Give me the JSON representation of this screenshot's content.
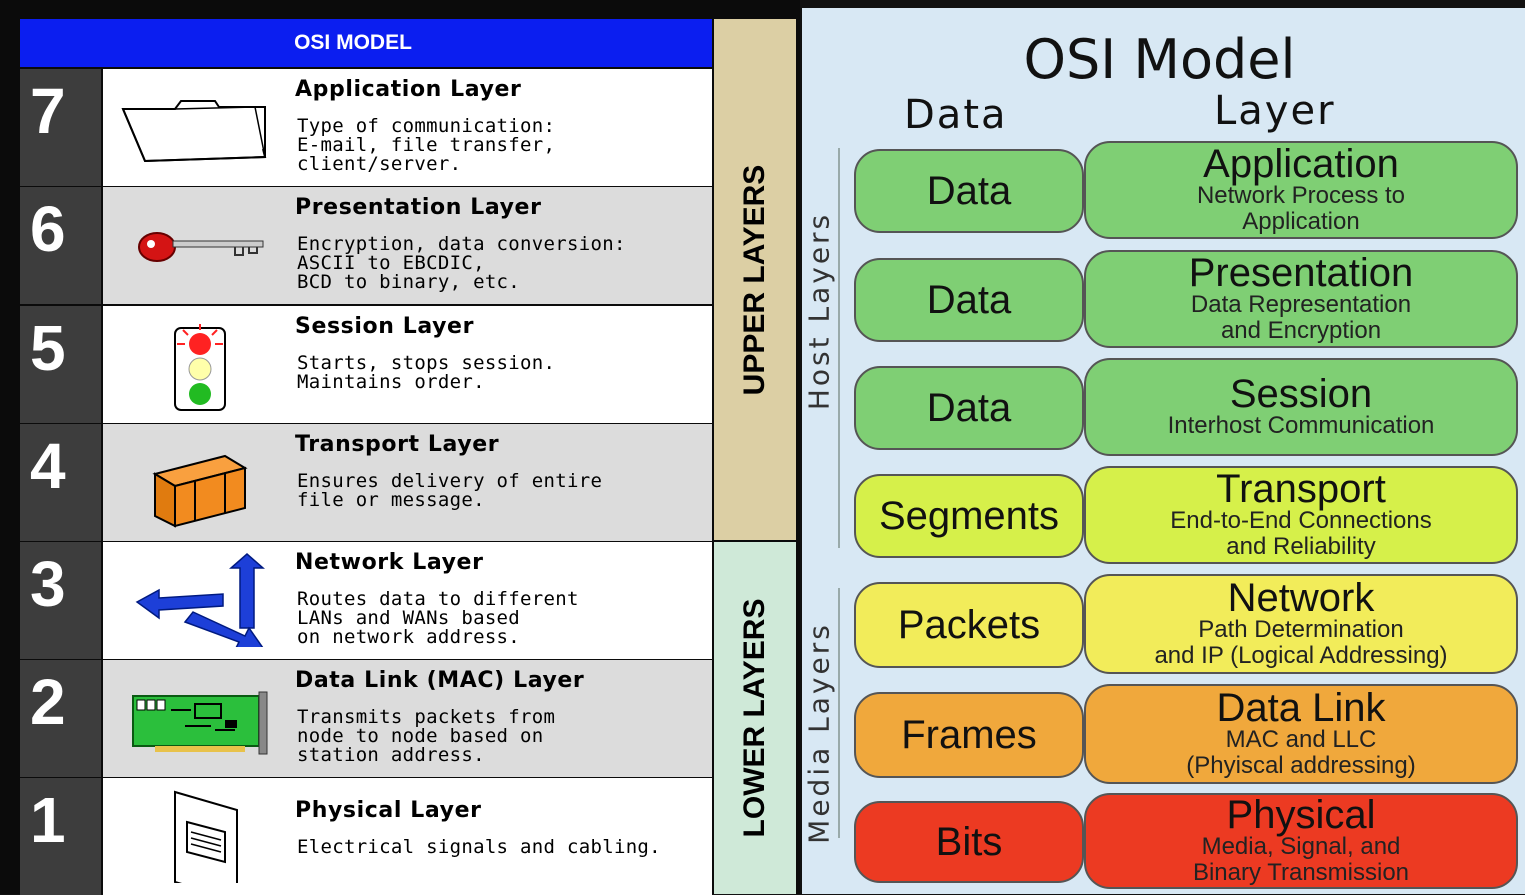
{
  "left": {
    "title": "OSI MODEL",
    "upper_label": "UPPER LAYERS",
    "lower_label": "LOWER LAYERS",
    "layers": [
      {
        "num": "7",
        "name": "Application Layer",
        "desc": "Type of communication:\nE-mail, file transfer,\nclient/server.",
        "icon": "folder-icon"
      },
      {
        "num": "6",
        "name": "Presentation Layer",
        "desc": "Encryption, data conversion:\nASCII to EBCDIC,\nBCD to binary, etc.",
        "icon": "key-icon"
      },
      {
        "num": "5",
        "name": "Session Layer",
        "desc": "Starts, stops session.\nMaintains order.",
        "icon": "traffic-light-icon"
      },
      {
        "num": "4",
        "name": "Transport Layer",
        "desc": "Ensures delivery of entire\nfile or message.",
        "icon": "package-icon"
      },
      {
        "num": "3",
        "name": "Network Layer",
        "desc": "Routes data to different\nLANs and WANs based\non network address.",
        "icon": "arrows-icon"
      },
      {
        "num": "2",
        "name": "Data Link (MAC) Layer",
        "desc": "Transmits packets from\nnode to node based on\nstation address.",
        "icon": "network-card-icon"
      },
      {
        "num": "1",
        "name": "Physical Layer",
        "desc": "Electrical signals and cabling.",
        "icon": "ethernet-port-icon"
      }
    ]
  },
  "right": {
    "title": "OSI Model",
    "col_data": "Data",
    "col_layer": "Layer",
    "host_label": "Host Layers",
    "media_label": "Media Layers",
    "rows": [
      {
        "data": "Data",
        "layer": "Application",
        "desc1": "Network Process to",
        "desc2": "Application",
        "color": "#7fcf74"
      },
      {
        "data": "Data",
        "layer": "Presentation",
        "desc1": "Data Representation",
        "desc2": "and Encryption",
        "color": "#7fcf74"
      },
      {
        "data": "Data",
        "layer": "Session",
        "desc1": "Interhost Communication",
        "desc2": "",
        "color": "#7fcf74"
      },
      {
        "data": "Segments",
        "layer": "Transport",
        "desc1": "End-to-End Connections",
        "desc2": "and Reliability",
        "color": "#d6f04a"
      },
      {
        "data": "Packets",
        "layer": "Network",
        "desc1": "Path Determination",
        "desc2": "and IP (Logical Addressing)",
        "color": "#f2ec5a"
      },
      {
        "data": "Frames",
        "layer": "Data Link",
        "desc1": "MAC and LLC",
        "desc2": "(Phyiscal addressing)",
        "color": "#f0a83c"
      },
      {
        "data": "Bits",
        "layer": "Physical",
        "desc1": "Media, Signal, and",
        "desc2": "Binary Transmission",
        "color": "#ec3a22"
      }
    ]
  }
}
